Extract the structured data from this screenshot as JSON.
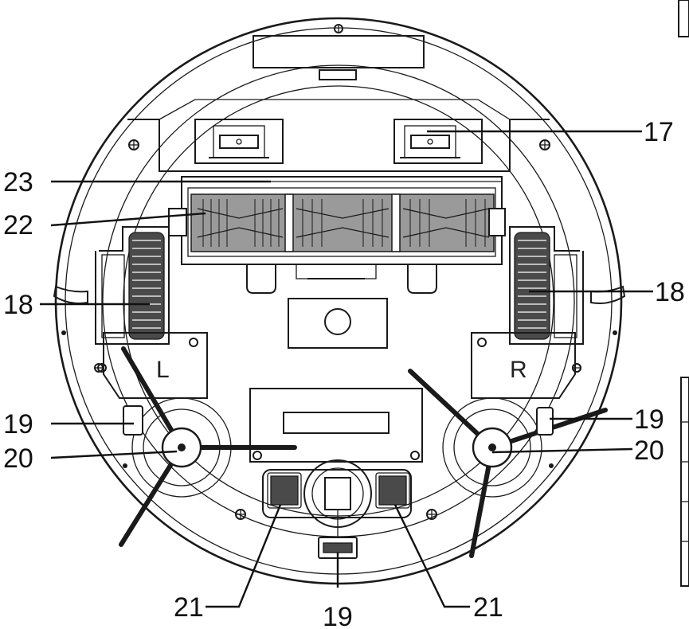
{
  "diagram": {
    "callouts": [
      {
        "id": "callout-17",
        "number": "17"
      },
      {
        "id": "callout-23",
        "number": "23"
      },
      {
        "id": "callout-22",
        "number": "22"
      },
      {
        "id": "callout-18-left",
        "number": "18"
      },
      {
        "id": "callout-18-right",
        "number": "18"
      },
      {
        "id": "callout-19-left",
        "number": "19"
      },
      {
        "id": "callout-20-left",
        "number": "20"
      },
      {
        "id": "callout-19-right",
        "number": "19"
      },
      {
        "id": "callout-20-right",
        "number": "20"
      },
      {
        "id": "callout-21-left",
        "number": "21"
      },
      {
        "id": "callout-19-bottom",
        "number": "19"
      },
      {
        "id": "callout-21-right",
        "number": "21"
      }
    ],
    "wheel_markers": {
      "left": "L",
      "right": "R"
    },
    "colors": {
      "line": "#1a1a1a",
      "part_fill": "#9a9a9a",
      "dark_fill": "#4a4a4a",
      "background": "#ffffff"
    }
  }
}
